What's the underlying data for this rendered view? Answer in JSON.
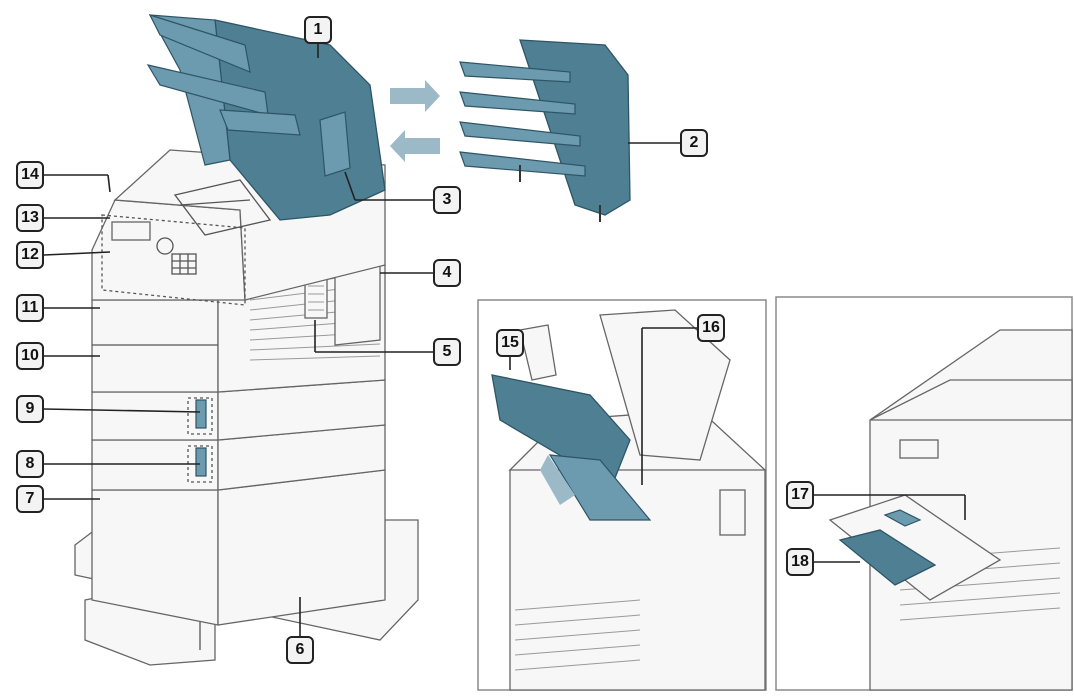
{
  "callouts": {
    "c1": "1",
    "c2": "2",
    "c3": "3",
    "c4": "4",
    "c5": "5",
    "c6": "6",
    "c7": "7",
    "c8": "8",
    "c9": "9",
    "c10": "10",
    "c11": "11",
    "c12": "12",
    "c13": "13",
    "c14": "14",
    "c15": "15",
    "c16": "16",
    "c17": "17",
    "c18": "18"
  },
  "colors": {
    "accent_teal": "#4e7f93",
    "outline": "#555555",
    "arrow": "#9bb9c6"
  }
}
